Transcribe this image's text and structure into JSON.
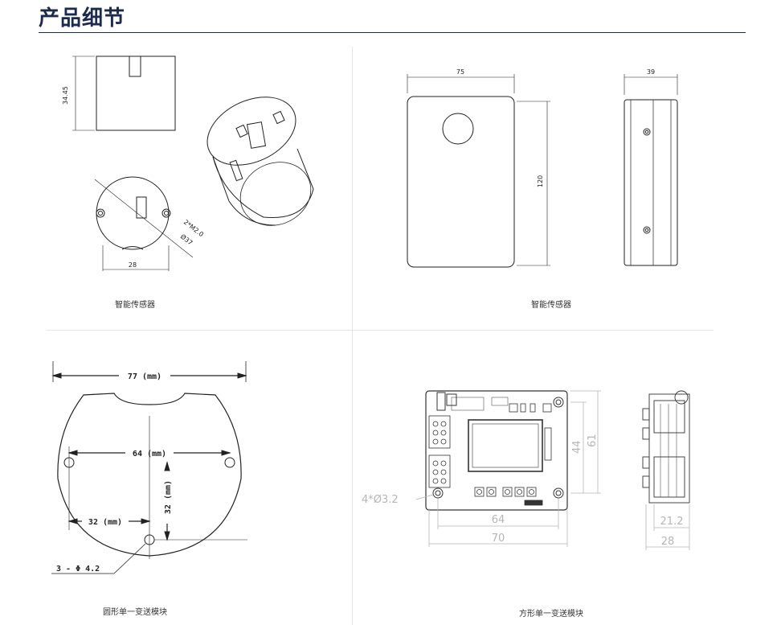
{
  "header": {
    "title": "产品细节"
  },
  "panels": [
    {
      "caption": "智能传感器",
      "dims": {
        "height": "34.45",
        "width": "28",
        "screw": "2*M2.0",
        "diameter": "Ø37"
      }
    },
    {
      "caption": "智能传感器",
      "dims": {
        "width": "75",
        "height": "120",
        "depth": "39"
      }
    },
    {
      "caption": "圆形单一变送模块",
      "dims": {
        "overall": "77 (mm)",
        "holes_span": "64 (mm)",
        "half_span": "32 (mm)",
        "vertical": "32 (mm)",
        "holes": "3 - Φ 4.2"
      }
    },
    {
      "caption": "方形单一变送模块",
      "dims": {
        "holes": "4*Ø3.2",
        "hole_span": "64",
        "width": "70",
        "hole_height": "44",
        "height": "61",
        "depth_inner": "21.2",
        "depth": "28"
      }
    }
  ]
}
